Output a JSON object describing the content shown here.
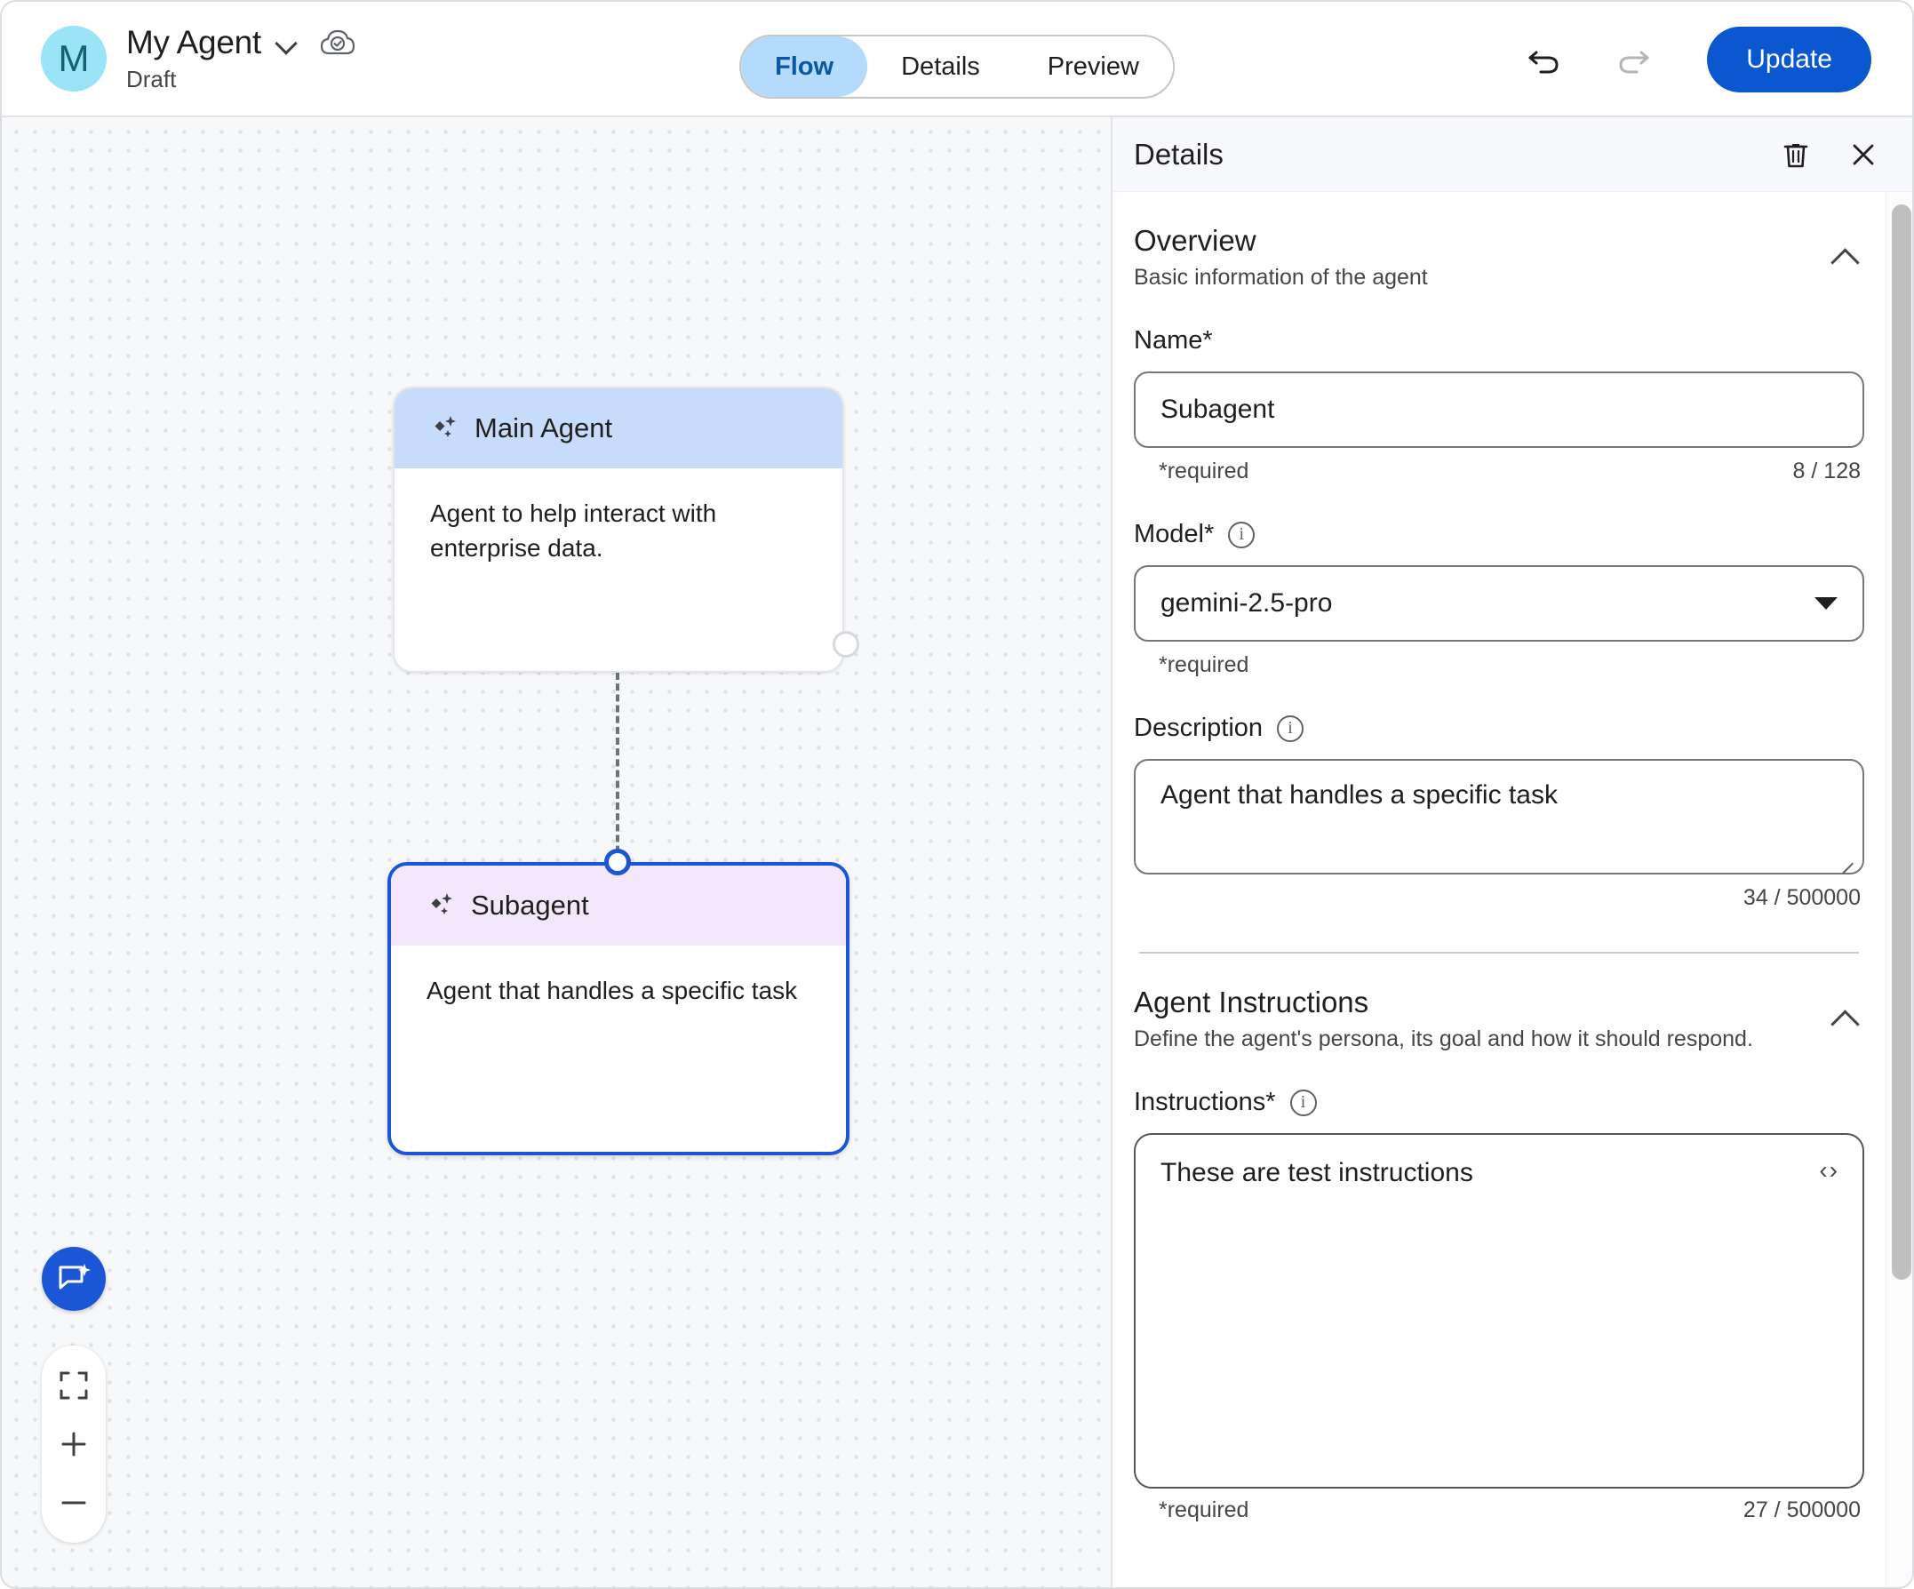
{
  "topbar": {
    "avatar_initial": "M",
    "agent_name": "My Agent",
    "status": "Draft",
    "dropdown_icon": "chevron-down-icon",
    "cloud_icon": "cloud-saved-icon",
    "tabs": [
      {
        "label": "Flow",
        "active": true
      },
      {
        "label": "Details",
        "active": false
      },
      {
        "label": "Preview",
        "active": false
      }
    ],
    "undo_icon": "undo-icon",
    "redo_icon": "redo-icon",
    "update_label": "Update",
    "accent_color": "#0b57d0",
    "active_tab_bg": "#b4dafc",
    "active_tab_color": "#0b57a4",
    "avatar_bg": "#9ae4f7",
    "avatar_color": "#10636f"
  },
  "canvas": {
    "nodes": [
      {
        "title": "Main Agent",
        "description": "Agent to help interact with enterprise data.",
        "header_color": "#c6dcfa",
        "selected": false
      },
      {
        "title": "Subagent",
        "description": "Agent that handles a specific task",
        "header_color": "#f5e7fb",
        "selected": true
      }
    ],
    "sparkle_icon": "sparkle-icon",
    "edge_style": "dashed",
    "edge_color": "#6f7378",
    "selected_border_color": "#1a56d6",
    "controls": {
      "chat_fab_icon": "chat-sparkle-icon",
      "fit_view_icon": "fit-screen-icon",
      "zoom_in_icon": "plus-icon",
      "zoom_out_icon": "minus-icon"
    }
  },
  "panel": {
    "title": "Details",
    "delete_icon": "trash-icon",
    "close_icon": "close-icon",
    "overview": {
      "title": "Overview",
      "subtitle": "Basic information of the agent",
      "collapse_icon": "chevron-up-icon",
      "name": {
        "label": "Name*",
        "value": "Subagent",
        "placeholder": "",
        "helper_left": "*required",
        "helper_right": "8 / 128"
      },
      "model": {
        "label": "Model*",
        "info_icon": "info-icon",
        "value": "gemini-2.5-pro",
        "caret_icon": "caret-down-icon",
        "helper_left": "*required"
      },
      "description": {
        "label": "Description",
        "info_icon": "info-icon",
        "value": "Agent that handles a specific task",
        "helper_right": "34 / 500000"
      }
    },
    "agent_instructions": {
      "title": "Agent Instructions",
      "subtitle": "Define the agent's persona, its goal and how it should respond.",
      "collapse_icon": "chevron-up-icon",
      "instructions": {
        "label": "Instructions*",
        "info_icon": "info-icon",
        "value": "These are test instructions",
        "code_icon": "code-brackets-icon",
        "code_glyph": "‹›",
        "helper_left": "*required",
        "helper_right": "27 / 500000"
      }
    }
  }
}
